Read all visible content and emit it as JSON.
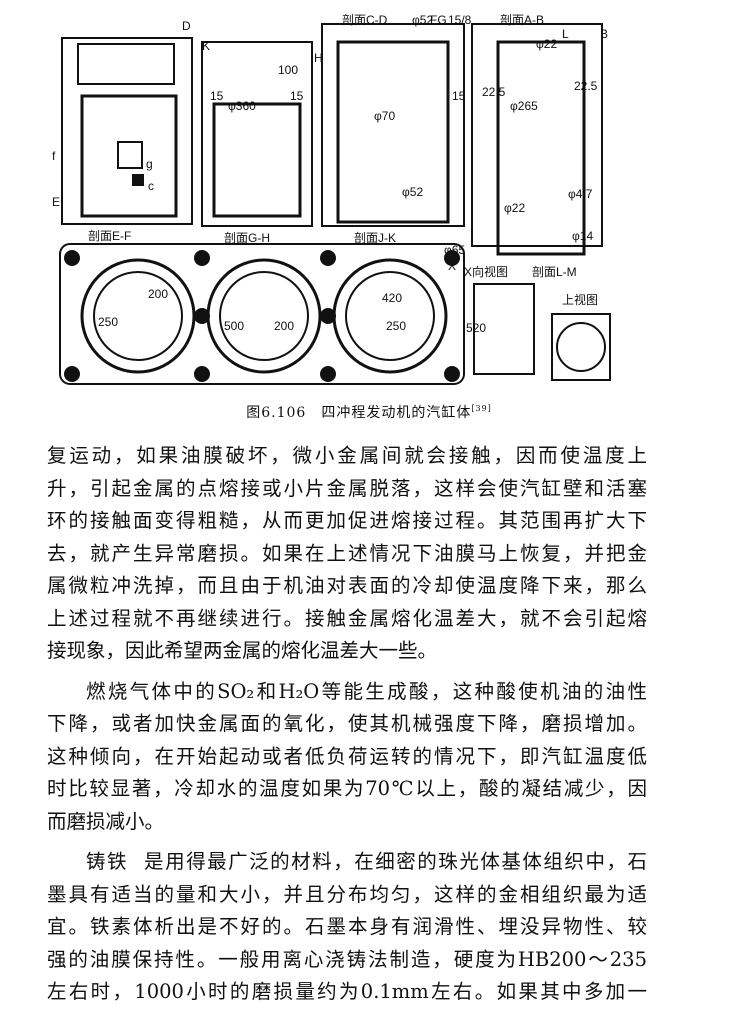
{
  "figure": {
    "labels": {
      "section_cd": "剖面C-D",
      "section_ab": "剖面A-B",
      "phi52_top": "φ52",
      "fg": "FG",
      "frac": "15/8",
      "phi22_top": "φ22",
      "d_mark": "D",
      "k_mark": "K",
      "h_mark": "H",
      "l_mark": "L",
      "b_mark": "B",
      "dim_15_a": "15",
      "dim_15_b": "15",
      "dim_15_c": "15",
      "phi360": "φ360",
      "phi70": "φ70",
      "dim_100": "100",
      "dim_225_a": "22.5",
      "dim_225_b": "22.5",
      "phi265": "φ265",
      "phi52_mid": "φ52",
      "phi22_mid": "φ22",
      "phi47": "φ4/7",
      "phi14": "φ14",
      "phi65": "φ65",
      "f_mark": "f",
      "e_mark": "E",
      "g_mark": "g",
      "c_mark": "c",
      "section_ef": "剖面E-F",
      "section_gh": "剖面G-H",
      "section_jk": "剖面J-K",
      "x_view": "X向视图",
      "section_lm": "剖面L-M",
      "top_view": "上视图",
      "dim_250_a": "250",
      "dim_200_a": "200",
      "dim_500": "500",
      "dim_200_b": "200",
      "dim_420": "420",
      "dim_250_b": "250",
      "dim_520": "520",
      "x_mark": "X"
    },
    "caption": "图6.106　四冲程发动机的汽缸体",
    "caption_ref": "[39]"
  },
  "body": {
    "p1": [
      "复运动，如果油膜破坏，微小金属间就会接触，因而使温度上",
      "升，引起金属的点熔接或小片金属脱落，这样会使汽缸壁和活塞",
      "环的接触面变得粗糙，从而更加促进熔接过程。其范围再扩大下",
      "去，就产生异常磨损。如果在上述情况下油膜马上恢复，并把金",
      "属微粒冲洗掉，而且由于机油对表面的冷却使温度降下来，那么",
      "上述过程就不再继续进行。接触金属熔化温差大，就不会引起熔",
      "接现象，因此希望两金属的熔化温差大一些。"
    ],
    "p2": [
      "燃烧气体中的SO₂和H₂O等能生成酸，这种酸使机油的油性",
      "下降，或者加快金属面的氧化，使其机械强度下降，磨损增加。",
      "这种倾向，在开始起动或者低负荷运转的情况下，即汽缸温度低",
      "时比较显著，冷却水的温度如果为70℃以上，酸的凝结减少，因",
      "而磨损减小。"
    ],
    "p3_keyword": "铸铁",
    "p3_first": "是用得最广泛的材料，在细密的珠光体基体组织中，石",
    "p3": [
      "墨具有适当的量和大小，并且分布均匀，这样的金相组织最为适",
      "宜。铁素体析出是不好的。石墨本身有润滑性、埋没异物性、较",
      "强的油膜保持性。一般用离心浇铸法制造，硬度为HB200～235",
      "左右时，1000小时的磨损量约为0.1mm左右。如果其中多加一"
    ]
  }
}
